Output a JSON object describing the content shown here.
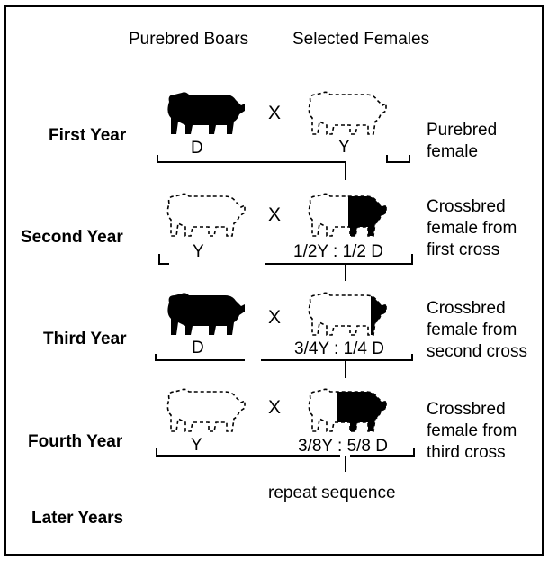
{
  "headers": {
    "boars": "Purebred Boars",
    "females": "Selected Females"
  },
  "cross_symbol": "X",
  "rows": [
    {
      "year": "First Year",
      "boar": {
        "label": "D",
        "fill": "solid"
      },
      "female": {
        "label": "Y",
        "fill": "outline"
      },
      "description": [
        "Purebred",
        "female"
      ]
    },
    {
      "year": "Second Year",
      "boar": {
        "label": "Y",
        "fill": "outline"
      },
      "female": {
        "label": "1/2Y : 1/2 D",
        "fill": "half"
      },
      "description": [
        "Crossbred",
        "female from",
        "first cross"
      ]
    },
    {
      "year": "Third Year",
      "boar": {
        "label": "D",
        "fill": "solid"
      },
      "female": {
        "label": "3/4Y : 1/4 D",
        "fill": "quarter"
      },
      "description": [
        "Crossbred",
        "female from",
        "second cross"
      ]
    },
    {
      "year": "Fourth Year",
      "boar": {
        "label": "Y",
        "fill": "outline"
      },
      "female": {
        "label": "3/8Y : 5/8 D",
        "fill": "fiveeighths"
      },
      "description": [
        "Crossbred",
        "female from",
        "third cross"
      ]
    }
  ],
  "repeat_note": "repeat sequence",
  "later_years": "Later Years",
  "colors": {
    "ink": "#000000",
    "background": "#ffffff"
  }
}
